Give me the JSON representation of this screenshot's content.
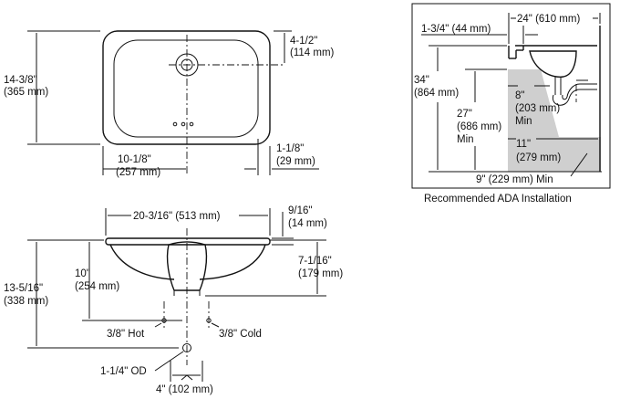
{
  "top_view": {
    "height_dim": [
      "14-3/8\"",
      "(365 mm)"
    ],
    "drain_offset_dim": [
      "4-1/2\"",
      "(114 mm)"
    ],
    "half_width_dim": [
      "10-1/8\"",
      "(257 mm)"
    ],
    "rim_dim": [
      "1-1/8\"",
      "(29 mm)"
    ]
  },
  "front_view": {
    "width_dim": "20-3/16\" (513 mm)",
    "rim_thickness_dim": [
      "9/16\"",
      "(14 mm)"
    ],
    "bowl_depth_dim": [
      "7-1/16\"",
      "(179 mm)"
    ],
    "drain_depth_dim": [
      "10\"",
      "(254 mm)"
    ],
    "overall_depth_dim": [
      "13-5/16\"",
      "(338 mm)"
    ],
    "hot_label": "3/8\" Hot",
    "cold_label": "3/8\" Cold",
    "outlet_label": "1-1/4\" OD",
    "spacing_dim": "4\" (102 mm)"
  },
  "ada": {
    "caption": "Recommended ADA Installation",
    "depth_dim": "24\" (610 mm)",
    "front_offset_dim": "1-3/4\" (44 mm)",
    "rim_height_dim": [
      "34\"",
      "(864 mm)"
    ],
    "knee_clearance_dim": [
      "27\"",
      "(686 mm)",
      "Min"
    ],
    "knee_depth_dim": [
      "8\"",
      "(203 mm)",
      "Min"
    ],
    "toe_depth_dim": [
      "11\"",
      "(279 mm)"
    ],
    "toe_height_dim": "9\" (229 mm) Min"
  }
}
